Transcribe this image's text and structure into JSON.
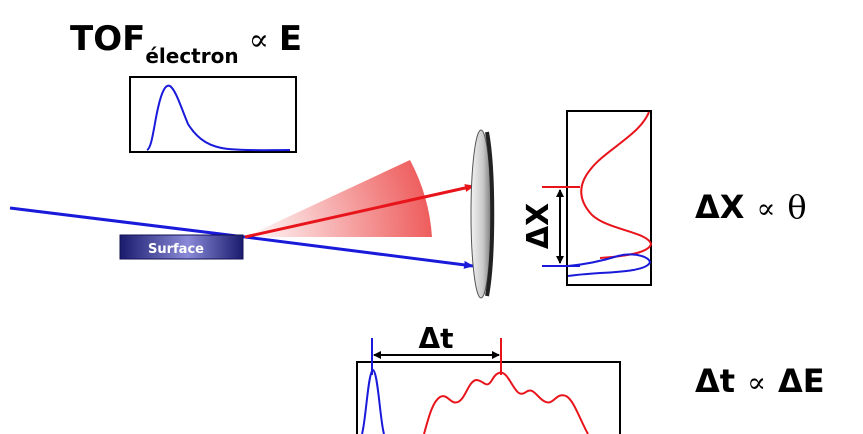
{
  "tof_label": {
    "main": "TOF",
    "subscript": "électron",
    "propto": "∝",
    "rhs": "E"
  },
  "surface_label": "Surface",
  "dx_axis_label": "ΔX",
  "dx_relation": {
    "lhs": "ΔX",
    "propto": "∝",
    "rhs": "θ"
  },
  "dt_marker_label": "Δt",
  "dt_relation": {
    "lhs": "Δt",
    "propto": "∝",
    "rhs": "ΔE"
  },
  "colors": {
    "electron_beam": "#1a1adb",
    "scattered_beam": "#e8141b",
    "cone": "#ee5a5a",
    "surface_dark": "#1b1b6e",
    "surface_light": "#8a8ad8",
    "detector": "#cfcfcf"
  }
}
